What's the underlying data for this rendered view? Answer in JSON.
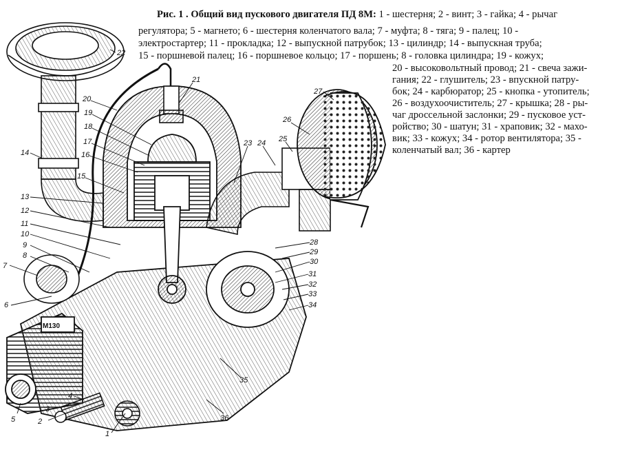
{
  "caption": {
    "lines": [
      {
        "bold": "Рис. 1 . Общий вид пускового двигателя ПД 8М:",
        "text": " 1 - шестерня; 2 - винт; 3 - гайка; 4 - рычаг"
      },
      {
        "bold": "",
        "text": "регулятора; 5 - магнето; 6 - шестерня коленчатого вала; 7 - муфта; 8 - тяга; 9 - палец; 10 -"
      },
      {
        "bold": "",
        "text": "электростартер; 11 - прокладка; 12 - выпускной патрубок; 13 - цилиндр; 14 - выпускная труба;"
      },
      {
        "bold": "",
        "text": "15 - поршневой палец; 16 - поршневое кольцо; 17 - поршень; 8 - головка цилиндра; 19 - кожух;"
      },
      {
        "bold": "",
        "text": "20 - высоковольтный провод; 21 - свеча зажи-"
      },
      {
        "bold": "",
        "text": "гания; 22 - глушитель; 23 - впускной патру-"
      },
      {
        "bold": "",
        "text": "бок; 24 - карбюратор; 25 - кнопка - утопитель;"
      },
      {
        "bold": "",
        "text": "26 - воздухоочиститель; 27 - крышка; 28 - ры-"
      },
      {
        "bold": "",
        "text": "чаг дроссельной заслонки; 29 - пусковое уст-"
      },
      {
        "bold": "",
        "text": "ройство; 30 - шатун; 31 - храповик; 32 - махо-"
      },
      {
        "bold": "",
        "text": "вик; 33 - кожух; 34 - ротор вентилятора; 35 -"
      },
      {
        "bold": "",
        "text": "коленчатый вал; 36 - картер"
      }
    ]
  },
  "callouts": [
    "1",
    "2",
    "3",
    "4",
    "5",
    "6",
    "7",
    "8",
    "9",
    "10",
    "11",
    "12",
    "13",
    "14",
    "15",
    "16",
    "17",
    "18",
    "19",
    "20",
    "21",
    "22",
    "23",
    "24",
    "25",
    "26",
    "27",
    "28",
    "29",
    "30",
    "31",
    "32",
    "33",
    "34",
    "35",
    "36"
  ],
  "callout_plate": "М130",
  "colors": {
    "ink": "#111111",
    "paper": "#ffffff"
  }
}
